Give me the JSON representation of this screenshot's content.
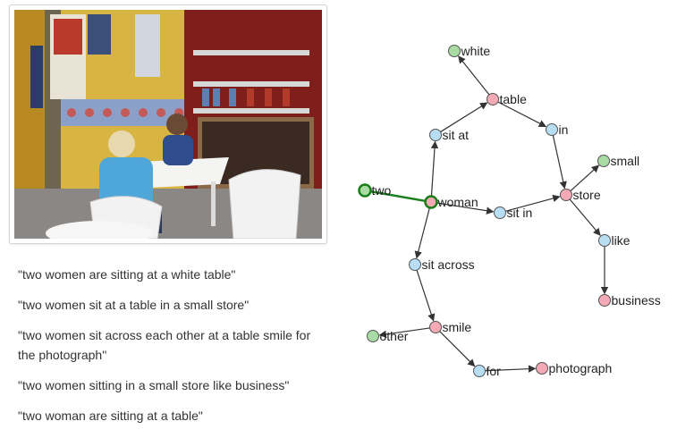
{
  "captions": [
    "\"two women are sitting at a white table\"",
    "\"two women sit at a table in a small store\"",
    "\"two women sit across each other at a table smile for the photograph\"",
    "\"two women sitting in a small store like business\"",
    "\"two woman are sitting at a table\""
  ],
  "graph": {
    "colors": {
      "green": "#a9dca4",
      "blue": "#b7def3",
      "pink": "#f4aab4",
      "highlight": "#1a7f1a"
    },
    "nodes": [
      {
        "id": "white",
        "label": "white",
        "color": "green"
      },
      {
        "id": "table",
        "label": "table",
        "color": "pink"
      },
      {
        "id": "sit_at",
        "label": "sit at",
        "color": "blue"
      },
      {
        "id": "in",
        "label": "in",
        "color": "blue"
      },
      {
        "id": "small",
        "label": "small",
        "color": "green"
      },
      {
        "id": "two",
        "label": "two",
        "color": "green",
        "highlight": true
      },
      {
        "id": "woman",
        "label": "woman",
        "color": "pink",
        "highlight": true
      },
      {
        "id": "sit_in",
        "label": "sit in",
        "color": "blue"
      },
      {
        "id": "store",
        "label": "store",
        "color": "pink"
      },
      {
        "id": "like",
        "label": "like",
        "color": "blue"
      },
      {
        "id": "sit_across",
        "label": "sit across",
        "color": "blue"
      },
      {
        "id": "business",
        "label": "business",
        "color": "pink"
      },
      {
        "id": "other",
        "label": "other",
        "color": "green"
      },
      {
        "id": "smile",
        "label": "smile",
        "color": "pink"
      },
      {
        "id": "for",
        "label": "for",
        "color": "blue"
      },
      {
        "id": "photograph",
        "label": "photograph",
        "color": "pink"
      }
    ],
    "edges": [
      {
        "from": "two",
        "to": "woman",
        "highlight": true
      },
      {
        "from": "woman",
        "to": "sit_at"
      },
      {
        "from": "woman",
        "to": "sit_in"
      },
      {
        "from": "woman",
        "to": "sit_across"
      },
      {
        "from": "sit_at",
        "to": "table"
      },
      {
        "from": "table",
        "to": "white"
      },
      {
        "from": "table",
        "to": "in"
      },
      {
        "from": "in",
        "to": "store"
      },
      {
        "from": "sit_in",
        "to": "store"
      },
      {
        "from": "store",
        "to": "small"
      },
      {
        "from": "store",
        "to": "like"
      },
      {
        "from": "like",
        "to": "business"
      },
      {
        "from": "sit_across",
        "to": "smile"
      },
      {
        "from": "smile",
        "to": "other"
      },
      {
        "from": "smile",
        "to": "for"
      },
      {
        "from": "for",
        "to": "photograph"
      }
    ]
  }
}
